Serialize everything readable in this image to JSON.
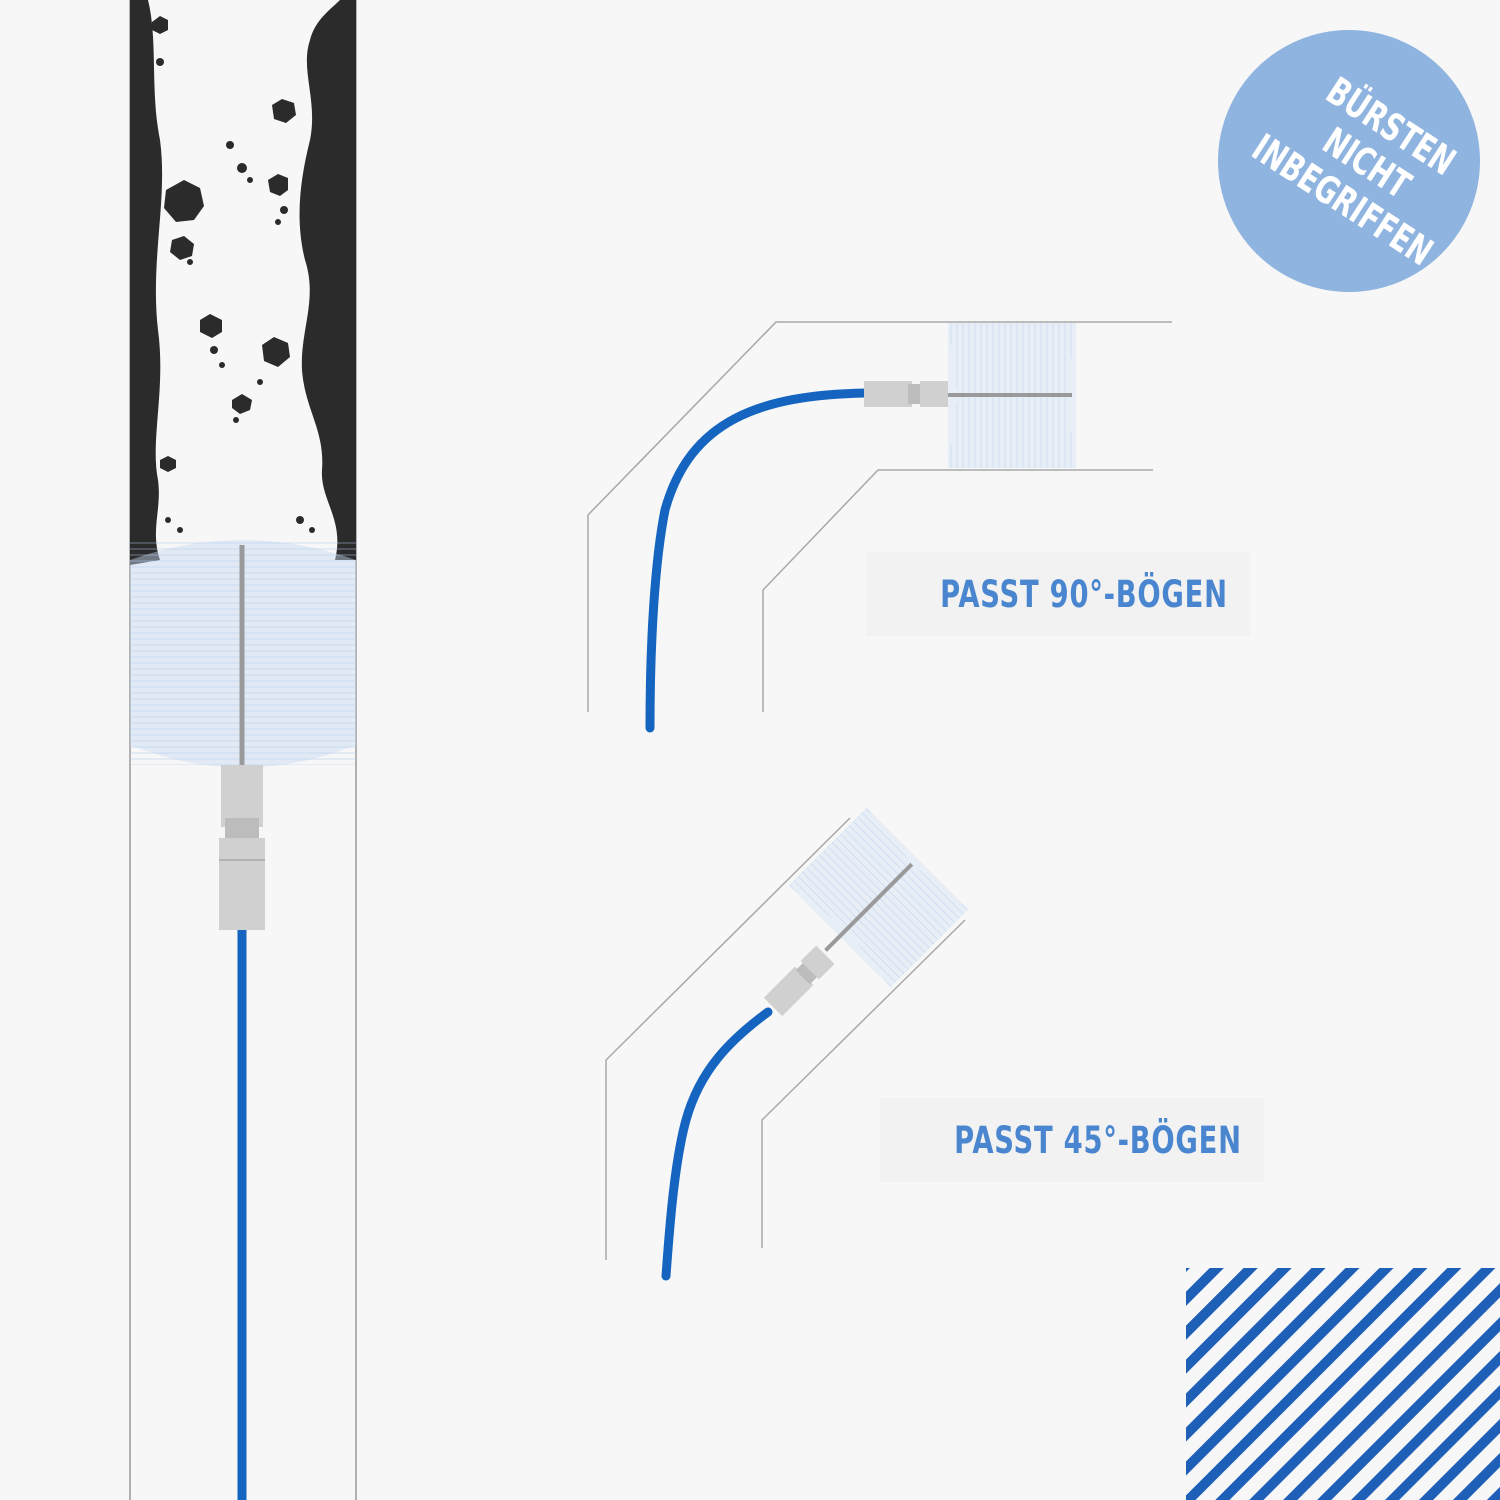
{
  "badge": {
    "lines": [
      "BÜRSTEN",
      "NICHT",
      "INBEGRIFFEN"
    ],
    "color": "#8fb4e0"
  },
  "labels": {
    "bend_90": "PASST 90°-BÖGEN",
    "bend_45": "PASST 45°-BÖGEN"
  },
  "colors": {
    "background": "#f7f7f7",
    "rod": "#1565c0",
    "text_accent": "#4a86cf",
    "pipe_line": "#a8a8a8",
    "soot": "#2b2b2b",
    "connector": "#d0d0d0",
    "brush": "#a9c4ea",
    "stripes": "#1e5fb8"
  },
  "icons": [
    "pipe-icon",
    "brush-head-icon",
    "connector-icon",
    "stripe-pattern-icon"
  ]
}
